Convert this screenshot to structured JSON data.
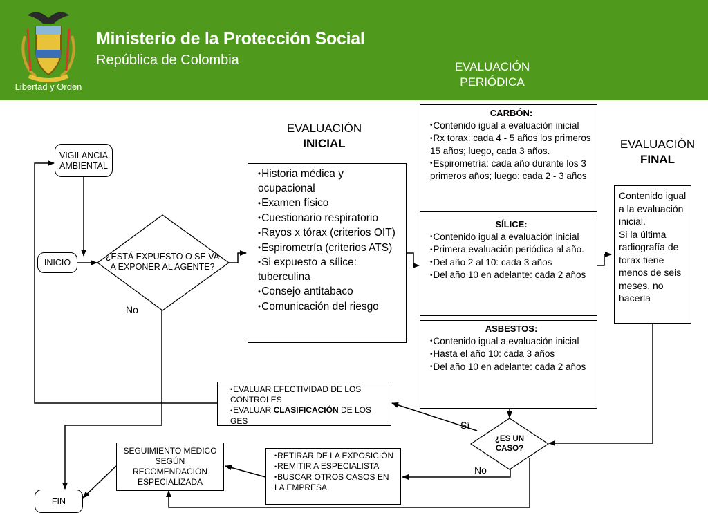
{
  "header": {
    "title": "Ministerio de la Protección Social",
    "subtitle": "República de Colombia",
    "motto": "Libertad y Orden",
    "brand_color": "#4f9a1c",
    "emblem_icon": "coat-of-arms-icon"
  },
  "headings": {
    "periodica_line1": "EVALUACIÓN",
    "periodica_line2": "PERIÓDICA",
    "inicial_line1": "EVALUACIÓN",
    "inicial_line2": "INICIAL",
    "final_line1": "EVALUACIÓN",
    "final_line2": "FINAL"
  },
  "nodes": {
    "vigilancia": "VIGILANCIA AMBIENTAL",
    "inicio": "INICIO",
    "expuesto": "¿ESTÁ EXPUESTO O SE VA A EXPONER AL AGENTE?",
    "fin": "FIN",
    "es_un_caso": "¿ES UN CASO?",
    "seguimiento": "SEGUIMIENTO MÉDICO SEGÚN RECOMENDACIÓN ESPECIALIZADA"
  },
  "labels": {
    "no_left": "No",
    "si": "Sí",
    "no_bottom": "No"
  },
  "inicial_items": [
    "Historia médica y ocupacional",
    "Examen físico",
    "Cuestionario respiratorio",
    "Rayos x tórax (criterios OIT)",
    "Espirometría (criterios ATS)",
    "Si expuesto a sílice: tuberculina",
    "Consejo antitabaco",
    "Comunicación del riesgo"
  ],
  "carbon": {
    "title": "CARBÓN:",
    "items": [
      "Contenido igual a evaluación inicial",
      "Rx torax: cada 4 - 5 años los primeros 15 años; luego, cada 3 años.",
      "Espirometría: cada año durante los 3 primeros años; luego: cada 2 - 3 años"
    ]
  },
  "silice": {
    "title": "SÍLICE:",
    "items": [
      "Contenido igual a evaluación inicial",
      "Primera evaluación periódica al año.",
      "Del año 2 al 10: cada 3 años",
      "Del año 10 en adelante: cada  2 años"
    ]
  },
  "asbestos": {
    "title": "ASBESTOS:",
    "items": [
      "Contenido igual a evaluación inicial",
      "Hasta el año 10: cada 3 años",
      "Del año 10 en adelante: cada  2 años"
    ]
  },
  "final_text": {
    "part1": "Contenido igual a la evaluación inicial.",
    "part2": "Si la última radiografía de torax tiene menos de seis meses, no hacerla"
  },
  "evaluar": {
    "item1": "EVALUAR EFECTIVIDAD DE LOS CONTROLES",
    "item2_pre": "EVALUAR ",
    "item2_bold": "CLASIFICACIÓN",
    "item2_post": " DE LOS GES"
  },
  "retirar_items": [
    "RETIRAR DE LA EXPOSICIÓN",
    "REMITIR A ESPECIALISTA",
    "BUSCAR OTROS CASOS EN LA EMPRESA"
  ]
}
